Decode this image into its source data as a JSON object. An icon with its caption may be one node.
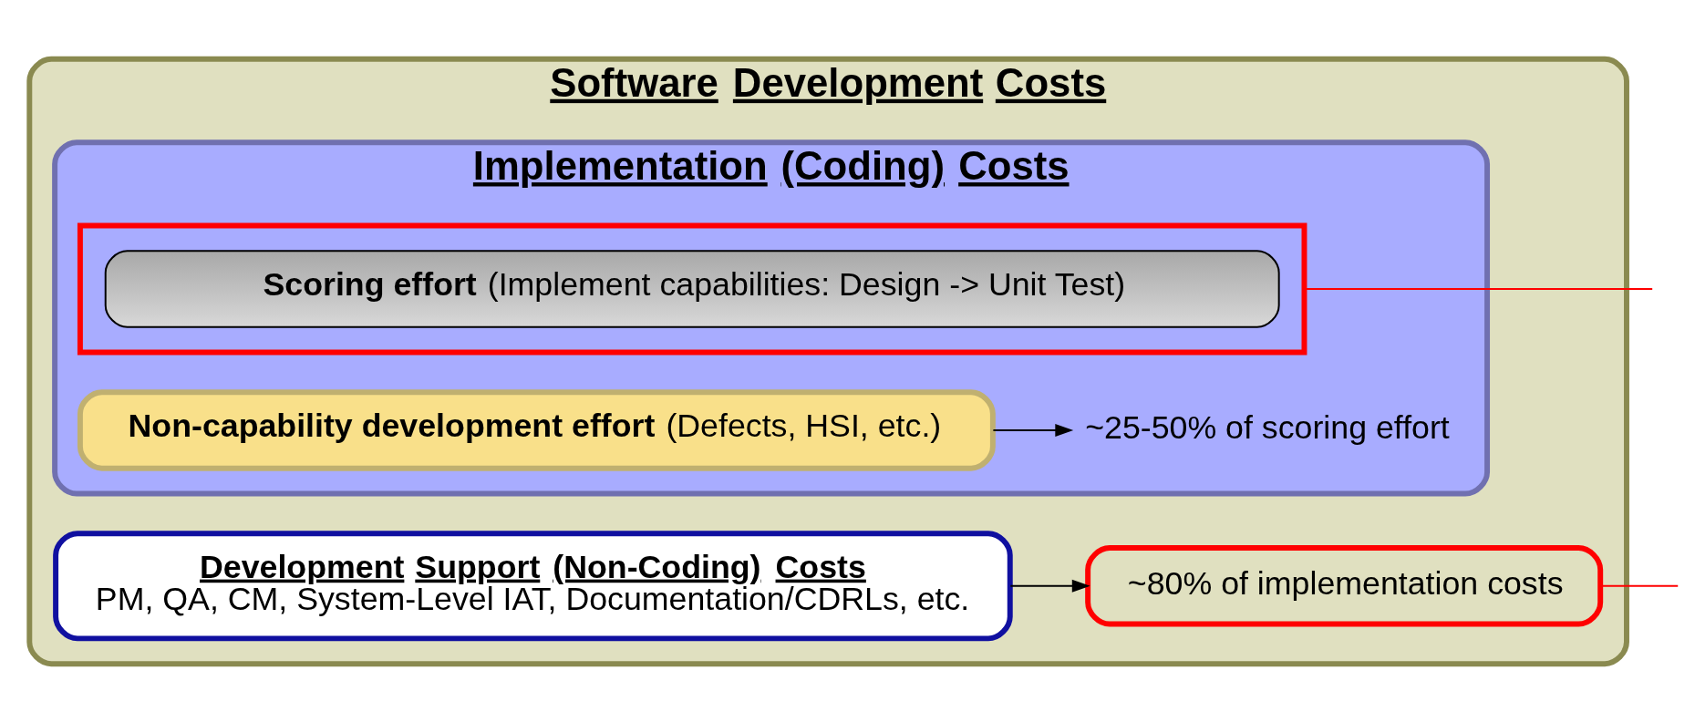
{
  "diagram": {
    "nodes": [
      {
        "text": [
          "Software Development Costs"
        ]
      },
      {
        "text": [
          "Implementation (Coding) Costs"
        ],
        "in": 0
      },
      {
        "text": [],
        "shape": "box",
        "in": 1
      },
      {
        "text": [
          "**Scoring effort** (Implement capabilities: Design -> Unit Test)"
        ],
        "in": 2
      },
      {
        "text": [
          "**Non-capability development effort** (Defects, HSI, etc.)"
        ],
        "in": 1
      },
      {
        "text": [
          "~25-50% of scoring effort"
        ],
        "in": 1
      },
      {
        "text": [
          "Development Support (Non-Coding) Costs",
          "PM, QA, CM, System-Level IAT, Documentation/CDRLs, etc."
        ],
        "in": 0
      },
      {
        "text": [
          "~80% of implementation costs"
        ],
        "in": 0
      }
    ],
    "edges": [
      {
        "from": 2,
        "to": null,
        "arrow": "none",
        "color": "#ff0000"
      },
      {
        "from": 4,
        "to": 5,
        "arrow": "to",
        "color": "#000000"
      },
      {
        "from": 6,
        "to": 7,
        "arrow": "to",
        "color": "#000000"
      },
      {
        "from": 7,
        "to": null,
        "arrow": "none",
        "color": "#ff0000"
      }
    ]
  }
}
